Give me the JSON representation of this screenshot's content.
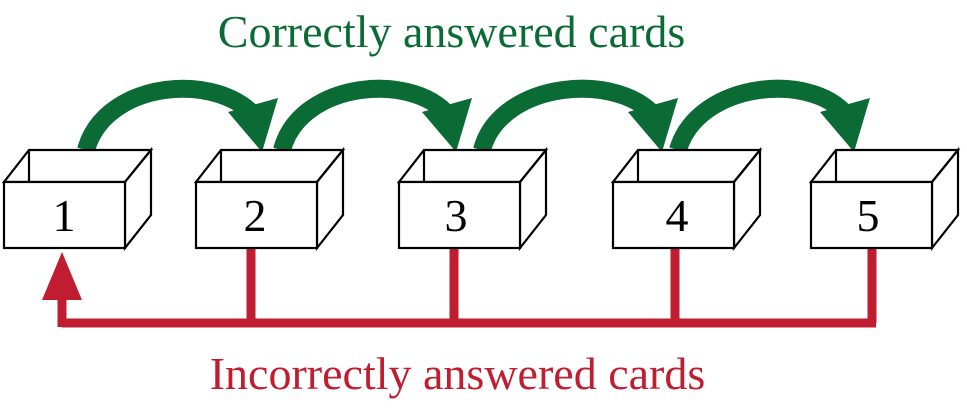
{
  "title_correct": "Correctly answered cards",
  "title_incorrect": "Incorrectly answered cards",
  "boxes": [
    "1",
    "2",
    "3",
    "4",
    "5"
  ],
  "colors": {
    "correct": "#0b6b35",
    "incorrect": "#c01e30",
    "box_stroke": "#000000",
    "box_fill": "#ffffff"
  }
}
